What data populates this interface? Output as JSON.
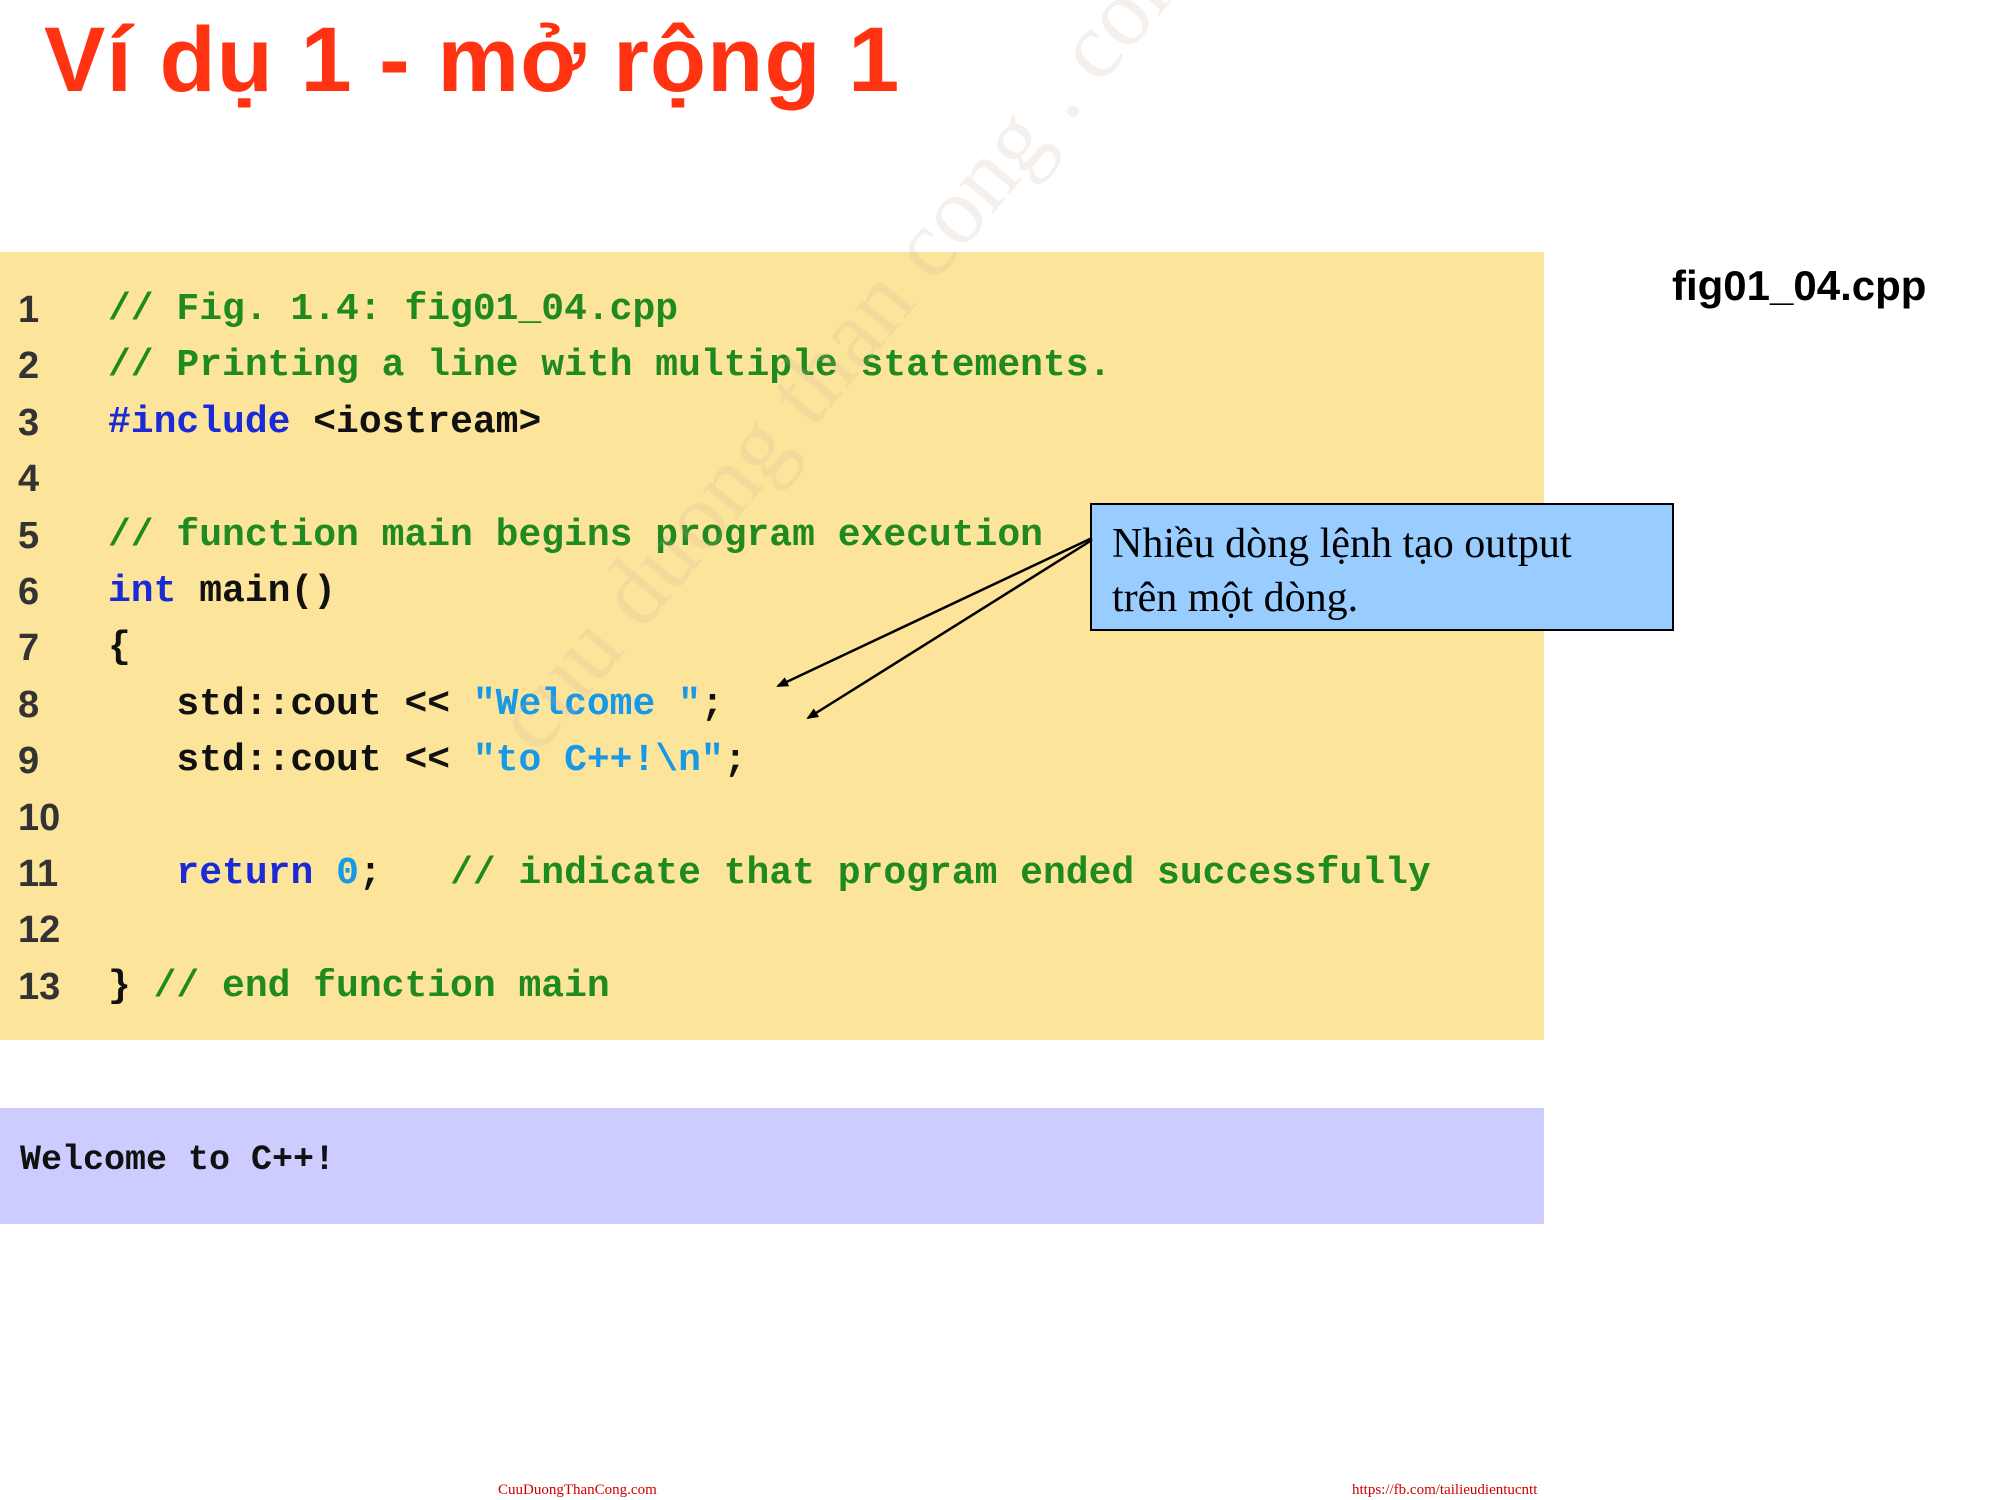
{
  "title": "Ví dụ 1 - mở rộng 1",
  "filename": "fig01_04.cpp",
  "code_lines": [
    {
      "n": "1",
      "tokens": [
        {
          "t": "// Fig. 1.4: fig01_04.cpp",
          "c": "comment"
        }
      ]
    },
    {
      "n": "2",
      "tokens": [
        {
          "t": "// Printing a line with multiple statements.",
          "c": "comment"
        }
      ]
    },
    {
      "n": "3",
      "tokens": [
        {
          "t": "#include",
          "c": "kw"
        },
        {
          "t": " <iostream>",
          "c": "plain"
        }
      ]
    },
    {
      "n": "4",
      "tokens": []
    },
    {
      "n": "5",
      "tokens": [
        {
          "t": "// function main begins program execution",
          "c": "comment"
        }
      ]
    },
    {
      "n": "6",
      "tokens": [
        {
          "t": "int",
          "c": "kw"
        },
        {
          "t": " main()",
          "c": "plain"
        }
      ]
    },
    {
      "n": "7",
      "tokens": [
        {
          "t": "{",
          "c": "plain"
        }
      ]
    },
    {
      "n": "8",
      "tokens": [
        {
          "t": "   std::cout << ",
          "c": "plain"
        },
        {
          "t": "\"Welcome \"",
          "c": "str"
        },
        {
          "t": ";",
          "c": "plain"
        }
      ]
    },
    {
      "n": "9",
      "tokens": [
        {
          "t": "   std::cout << ",
          "c": "plain"
        },
        {
          "t": "\"to C++!\\n\"",
          "c": "str"
        },
        {
          "t": ";",
          "c": "plain"
        }
      ]
    },
    {
      "n": "10",
      "tokens": []
    },
    {
      "n": "11",
      "tokens": [
        {
          "t": "   ",
          "c": "plain"
        },
        {
          "t": "return",
          "c": "kw"
        },
        {
          "t": " ",
          "c": "plain"
        },
        {
          "t": "0",
          "c": "num"
        },
        {
          "t": ";   ",
          "c": "plain"
        },
        {
          "t": "// indicate that program ended successfully",
          "c": "comment"
        }
      ]
    },
    {
      "n": "12",
      "tokens": []
    },
    {
      "n": "13",
      "tokens": [
        {
          "t": "} ",
          "c": "plain"
        },
        {
          "t": "// end function main",
          "c": "comment"
        }
      ]
    }
  ],
  "callout": {
    "line1": "Nhiều dòng lệnh tạo output",
    "line2": "trên một dòng."
  },
  "output": "Welcome to C++!",
  "watermark": "cuu duong than cong . com",
  "footer": {
    "left": "CuuDuongThanCong.com",
    "right": "https://fb.com/tailieudientucntt"
  },
  "colors": {
    "title": "#ff3311",
    "code_bg": "#fde49b",
    "output_bg": "#ccccff",
    "callout_bg": "#99ccff",
    "comment": "#1f8a1f",
    "keyword": "#1a2ad6",
    "string": "#1899e6"
  }
}
